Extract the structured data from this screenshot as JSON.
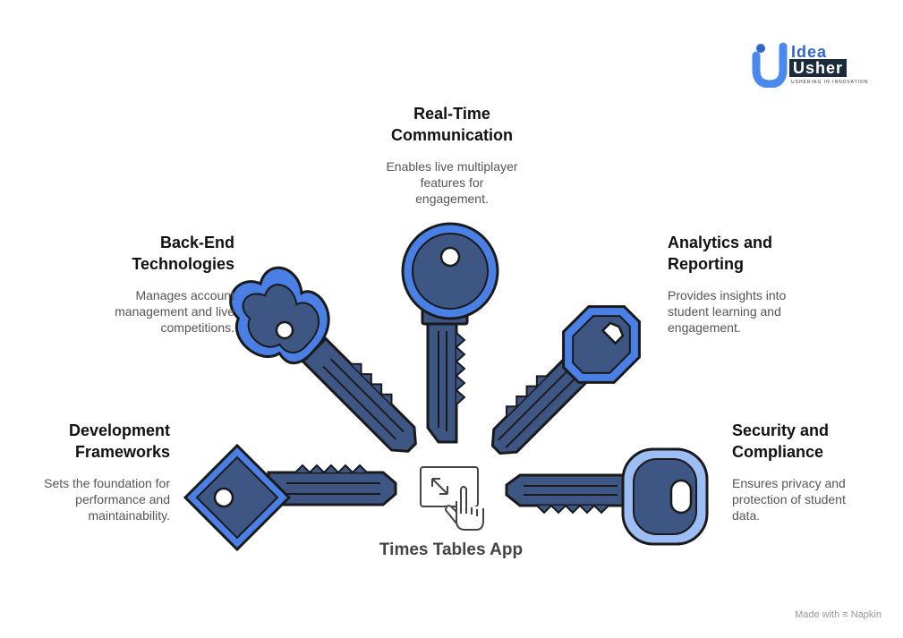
{
  "center": {
    "label": "Times Tables App"
  },
  "logo": {
    "line1": "Idea",
    "line2": "Usher",
    "tagline": "USHERING IN INNOVATION"
  },
  "footer": {
    "made_with": "Made with",
    "brand": "Napkin"
  },
  "colors": {
    "key_fill": "#3d5683",
    "key_stroke": "#1a1a1a",
    "accent": "#4a7fe6",
    "light_accent": "#9dbdf5"
  },
  "items": [
    {
      "id": "development",
      "title": "Development\nFrameworks",
      "desc": "Sets the foundation for\nperformance and\nmaintainability."
    },
    {
      "id": "backend",
      "title": "Back-End\nTechnologies",
      "desc": "Manages account\nmanagement and live\ncompetitions."
    },
    {
      "id": "realtime",
      "title": "Real-Time\nCommunication",
      "desc": "Enables live multiplayer\nfeatures for\nengagement."
    },
    {
      "id": "analytics",
      "title": "Analytics and\nReporting",
      "desc": "Provides insights into\nstudent learning and\nengagement."
    },
    {
      "id": "security",
      "title": "Security and\nCompliance",
      "desc": "Ensures privacy and\nprotection of student\ndata."
    }
  ]
}
